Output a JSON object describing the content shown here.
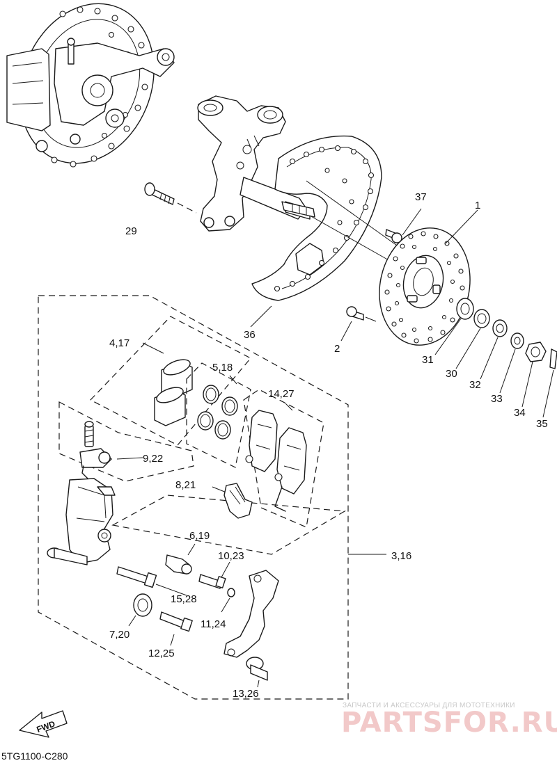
{
  "diagram_code": "5TG1100-C280",
  "direction_badge": "FWD",
  "watermark": {
    "tagline": "ЗАПЧАСТИ И АКСЕССУАРЫ ДЛЯ МОТОТЕХНИКИ",
    "brand": "PARTSFOR.RU"
  },
  "callouts": {
    "p1": "1",
    "p2": "2",
    "p3_16": "3,16",
    "p4_17": "4,17",
    "p5_18": "5,18",
    "p6_19": "6,19",
    "p7_20": "7,20",
    "p8_21": "8,21",
    "p9_22": "9,22",
    "p10_23": "10,23",
    "p11_24": "11,24",
    "p12_25": "12,25",
    "p13_26": "13,26",
    "p14_27": "14,27",
    "p15_28": "15,28",
    "p29": "29",
    "p30": "30",
    "p31": "31",
    "p32": "32",
    "p33": "33",
    "p34": "34",
    "p35": "35",
    "p36": "36",
    "p37": "37"
  }
}
